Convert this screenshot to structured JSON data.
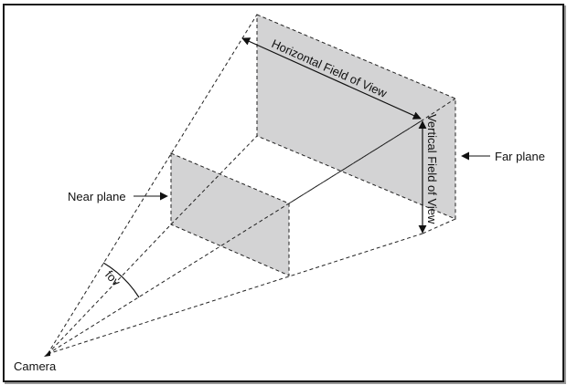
{
  "diagram": {
    "title": "Camera view frustum",
    "labels": {
      "camera": "Camera",
      "near_plane": "Near plane",
      "far_plane": "Far plane",
      "fov": "fov",
      "horizontal_fov": "Horizontal Field of View",
      "vertical_fov": "Vertical Field of View"
    },
    "colors": {
      "plane_fill": "#d3d3d4",
      "line": "#1a1a1a",
      "border": "#1a1a1a"
    }
  }
}
